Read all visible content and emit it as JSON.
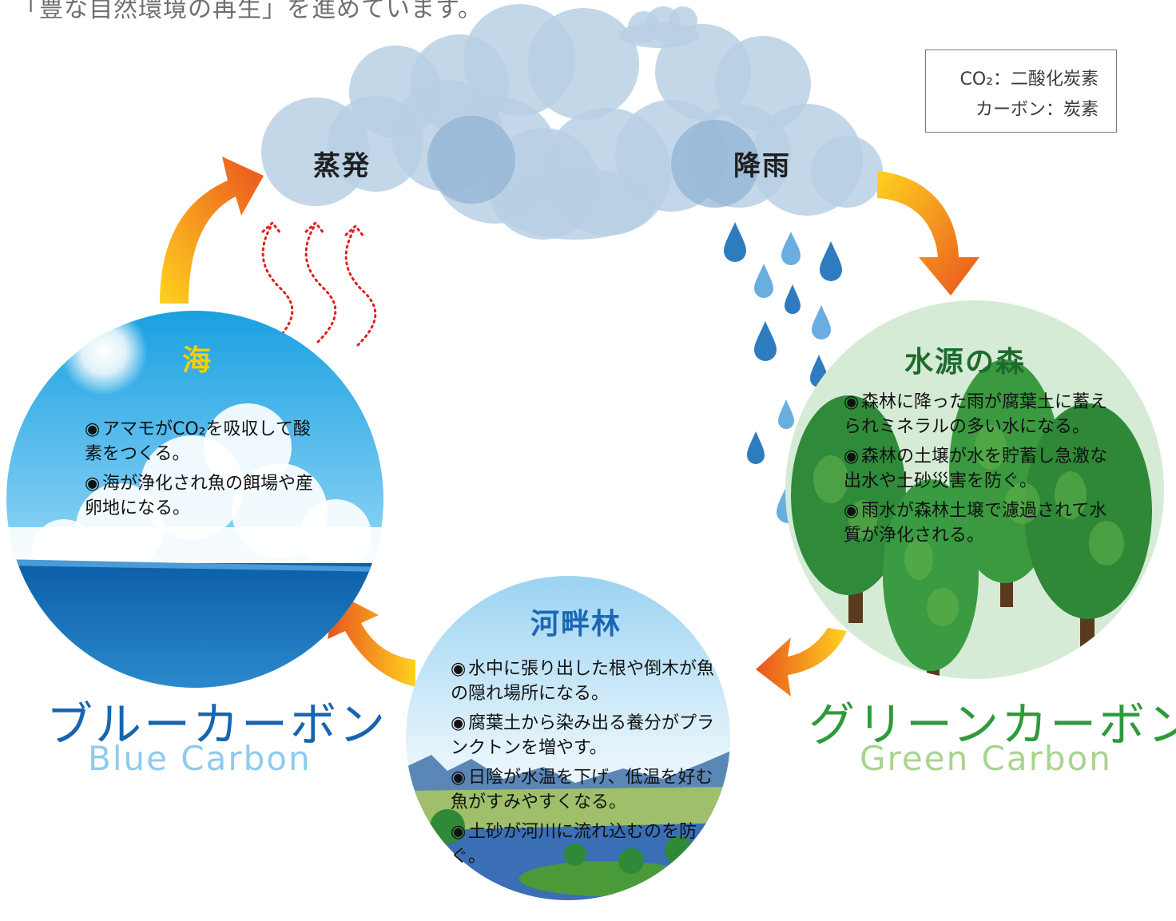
{
  "header": {
    "text": "「豊な自然環境の再生」を進めています。"
  },
  "legend": {
    "line1": "CO₂：二酸化炭素",
    "line2": "カーボン：炭素"
  },
  "clouds": {
    "evaporation": "蒸発",
    "rainfall": "降雨"
  },
  "sea": {
    "title": "海",
    "items": [
      "アマモがCO₂を吸収して酸素をつくる。",
      "海が浄化され魚の餌場や産卵地になる。"
    ]
  },
  "forest": {
    "title": "水源の森",
    "items": [
      "森林に降った雨が腐葉土に蓄えられミネラルの多い水になる。",
      "森林の土壌が水を貯蓄し急激な出水や土砂災害を防ぐ。",
      "雨水が森林土壌で濾過されて水質が浄化される。"
    ]
  },
  "riparian": {
    "title": "河畔林",
    "items": [
      "水中に張り出した根や倒木が魚の隠れ場所になる。",
      "腐葉土から染み出る養分がプランクトンを増やす。",
      "日陰が水温を下げ、低温を好む魚がすみやすくなる。",
      "土砂が河川に流れ込むのを防ぐ。"
    ]
  },
  "blue_carbon": {
    "jp": "ブルーカーボン",
    "en": "Blue Carbon",
    "color_jp": "#1565b0",
    "color_en": "#8fcbee"
  },
  "green_carbon": {
    "jp": "グリーンカーボン",
    "en": "Green Carbon",
    "color_jp": "#2e9a3a",
    "color_en": "#a9d48f"
  },
  "colors": {
    "sea_title": "#f4d000",
    "forest_title": "#1e6b2e",
    "riparian_title": "#1a67b4",
    "cloud": "#b9d0e4",
    "arrow_start": "#ffd21f",
    "arrow_end": "#e9531f",
    "steam": "#e0201b",
    "drop": "#2f7bc0"
  }
}
